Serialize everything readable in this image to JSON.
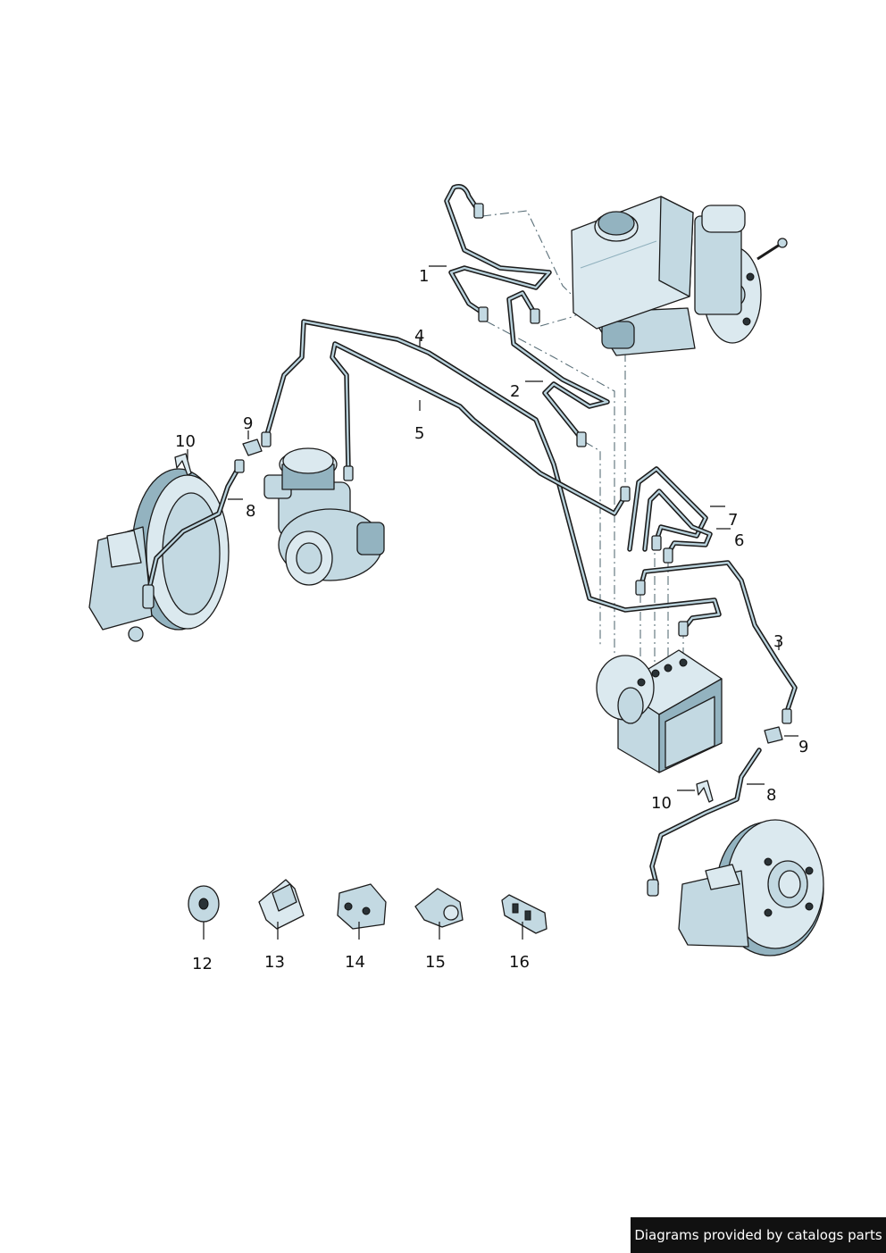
{
  "callouts": {
    "c1": "1",
    "c2": "2",
    "c3": "3",
    "c4": "4",
    "c5": "5",
    "c6": "6",
    "c7": "7",
    "c8a": "8",
    "c8b": "8",
    "c9a": "9",
    "c9b": "9",
    "c10a": "10",
    "c10b": "10",
    "c12": "12",
    "c13": "13",
    "c14": "14",
    "c15": "15",
    "c16": "16"
  },
  "footer": {
    "text": "Diagrams provided by catalogs parts"
  },
  "colors": {
    "part_fill": "#c3d9e2",
    "line": "#1b1b1b",
    "badge_bg": "#111111",
    "badge_text": "#ffffff"
  }
}
